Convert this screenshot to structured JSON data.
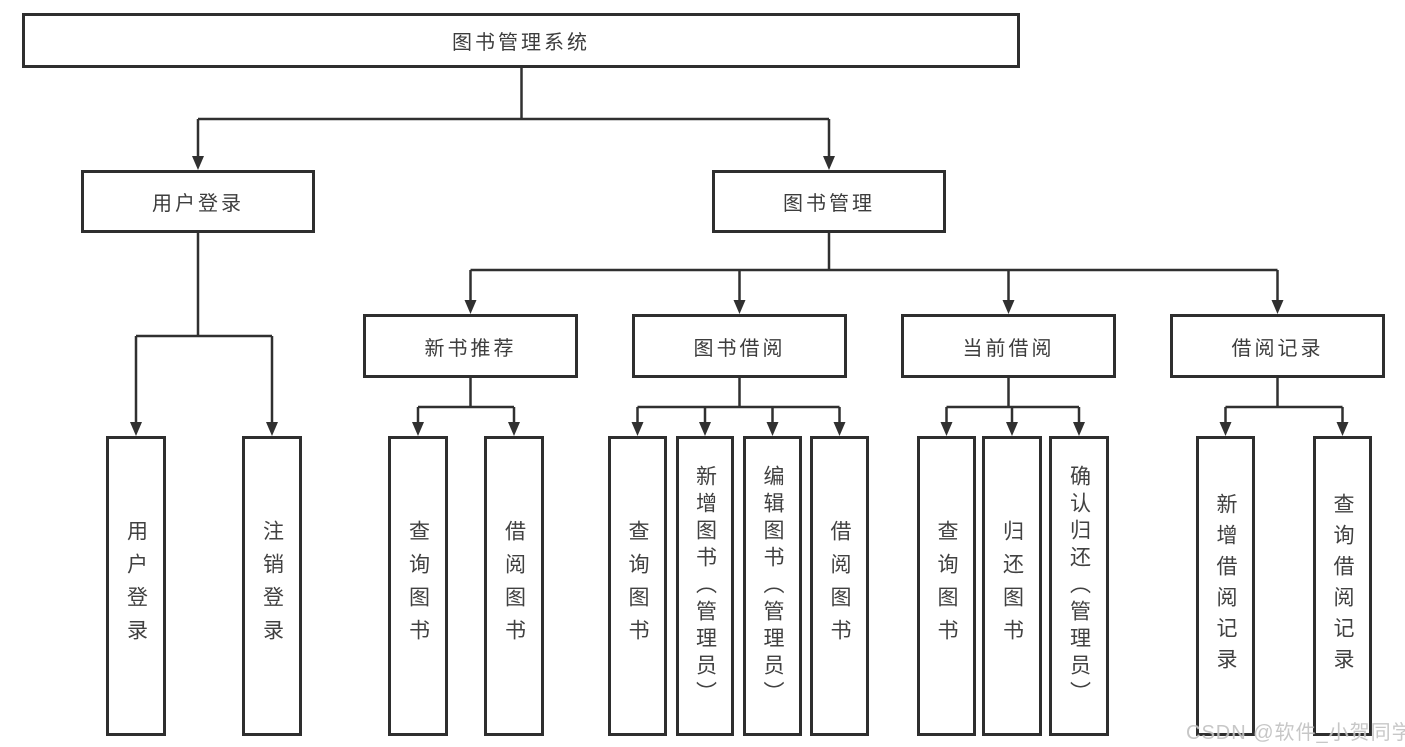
{
  "diagram_title": "图书管理系统",
  "tree": {
    "root": {
      "label": "图书管理系统"
    },
    "children": [
      {
        "label": "用户登录",
        "children": [
          {
            "label": "用户登录"
          },
          {
            "label": "注销登录"
          }
        ]
      },
      {
        "label": "图书管理",
        "children": [
          {
            "label": "新书推荐",
            "children": [
              {
                "label": "查询图书"
              },
              {
                "label": "借阅图书"
              }
            ]
          },
          {
            "label": "图书借阅",
            "children": [
              {
                "label": "查询图书"
              },
              {
                "label": "新增图书（管理员）"
              },
              {
                "label": "编辑图书（管理员）"
              },
              {
                "label": "借阅图书"
              }
            ]
          },
          {
            "label": "当前借阅",
            "children": [
              {
                "label": "查询图书"
              },
              {
                "label": "归还图书"
              },
              {
                "label": "确认归还（管理员）"
              }
            ]
          },
          {
            "label": "借阅记录",
            "children": [
              {
                "label": "新增借阅记录"
              },
              {
                "label": "查询借阅记录"
              }
            ]
          }
        ]
      }
    ]
  },
  "watermark": {
    "text": "CSDN @软件_小贺同学"
  },
  "colors": {
    "line": "#303030",
    "box_border": "#2e2e2e",
    "text": "#3d3d3d",
    "background": "#ffffff",
    "watermark": "#c3c3c3"
  }
}
